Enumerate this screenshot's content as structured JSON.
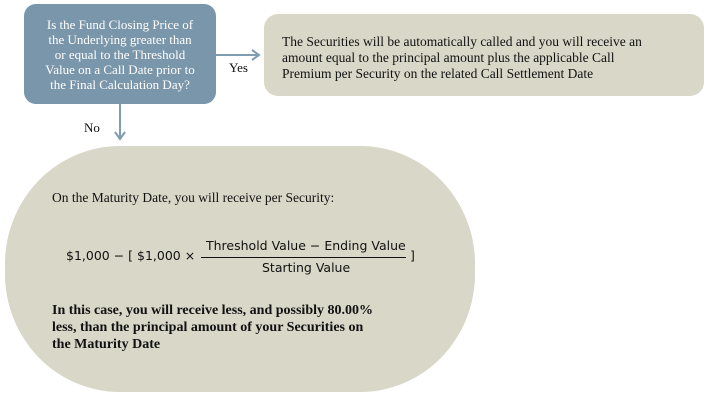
{
  "question": {
    "lines": [
      "Is the Fund Closing Price of",
      "the Underlying greater than",
      "or equal to the Threshold",
      "Value on a Call Date prior to",
      "the Final Calculation Day?"
    ]
  },
  "yes_label": "Yes",
  "no_label": "No",
  "call_result": {
    "lines": [
      "The Securities  will be automatically  called and you will receive  an",
      "amount equal to the principal  amount  plus the applicable Call",
      "Premium  per Security  on the related Call Settlement  Date"
    ]
  },
  "maturity": {
    "intro": "On the Maturity  Date, you will receive  per Security:",
    "formula": {
      "lead": "$1,000 − [ $1,000  ×",
      "numerator": "Threshold Value − Ending Value",
      "denominator": "Starting Value",
      "close": "]"
    },
    "bold_lines": [
      "In this case, you will receive less, and possibly 80.00%",
      "less, than the principal amount of your Securities on",
      "the Maturity Date"
    ]
  },
  "colors": {
    "question_fill": "#7a96aa",
    "result_fill": "#d9d7c8",
    "arrow": "#7f9db0"
  }
}
